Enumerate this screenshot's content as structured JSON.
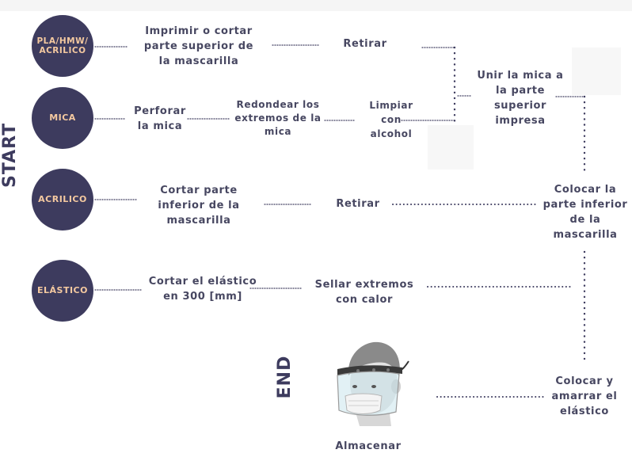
{
  "start_label": "START",
  "end_label": "END",
  "circles": {
    "pla": "PLA/HMW/\nACRILICO",
    "mica": "MICA",
    "acrilico": "ACRILICO",
    "elastico": "ELÁSTICO"
  },
  "steps": {
    "imprimir": "Imprimir o cortar\nparte superior de\nla mascarilla",
    "retirar1": "Retirar",
    "perforar": "Perforar\nla mica",
    "redondear": "Redondear los\nextremos de la\nmica",
    "limpiar": "Limpiar\ncon\nalcohol",
    "unir": "Unir la mica a\nla parte\nsuperior\nimpresa",
    "cortar_inferior": "Cortar parte\ninferior de la\nmascarilla",
    "retirar2": "Retirar",
    "colocar_inferior": "Colocar la\nparte inferior\nde la\nmascarilla",
    "cortar_elastico": "Cortar el elástico\nen 300 [mm]",
    "sellar": "Sellar extremos\ncon calor",
    "colocar_elastico": "Colocar y\namarrar el\nelástico",
    "almacenar": "Almacenar"
  },
  "colors": {
    "circle_fill": "#3d3b5e",
    "circle_text": "#f4c9a0",
    "text": "#474761",
    "dots": "#3d3b5e"
  },
  "icons": {
    "face_shield": "face-shield-icon"
  }
}
